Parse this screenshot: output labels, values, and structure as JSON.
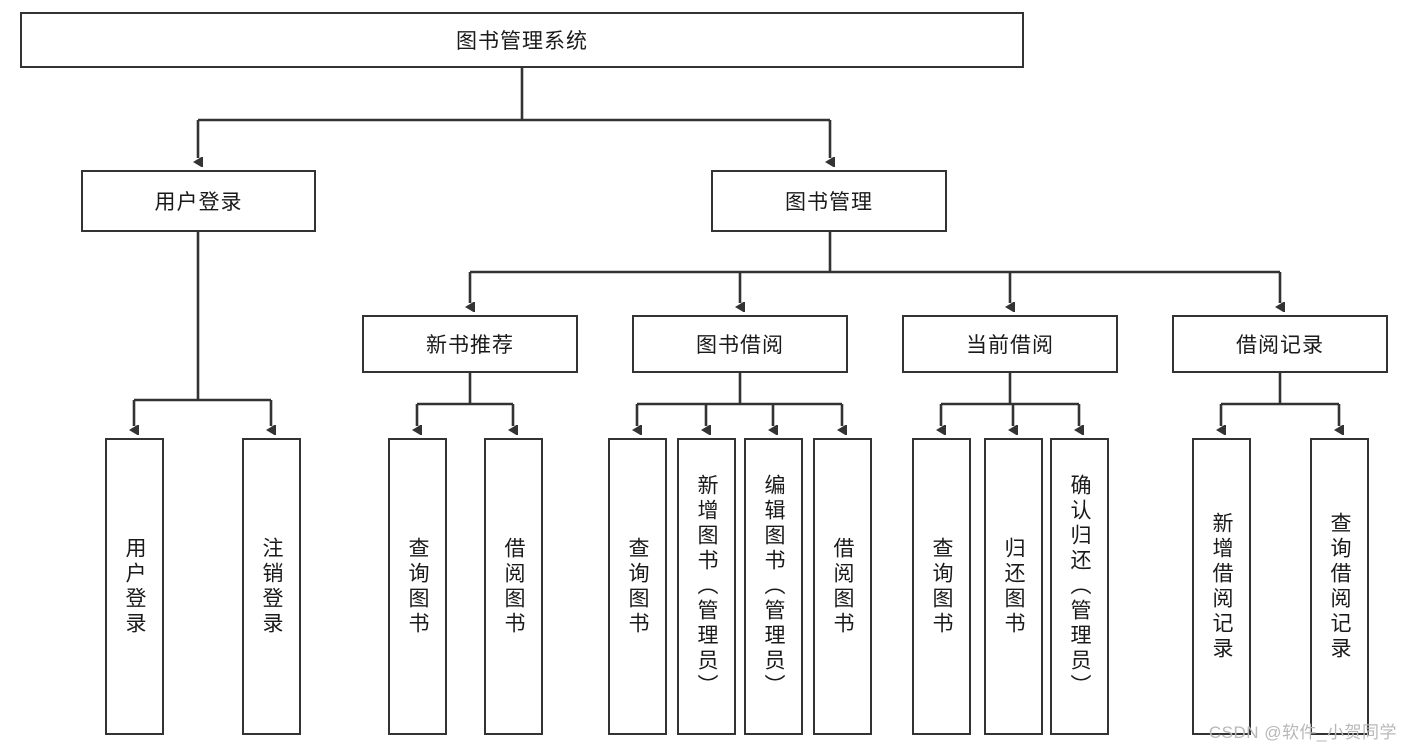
{
  "diagram": {
    "title": "图书管理系统",
    "watermark": "CSDN @软件_小贺同学",
    "colors": {
      "stroke": "#333333",
      "fill": "#ffffff",
      "text": "#1a1a1a",
      "watermark": "#b8b8b8"
    }
  },
  "nodes": {
    "root": {
      "label": "图书管理系统"
    },
    "level2": [
      {
        "label": "用户登录"
      },
      {
        "label": "图书管理"
      }
    ],
    "level3": [
      {
        "label": "新书推荐"
      },
      {
        "label": "图书借阅"
      },
      {
        "label": "当前借阅"
      },
      {
        "label": "借阅记录"
      }
    ],
    "leaves": {
      "user_login": [
        {
          "label": "用户登录"
        },
        {
          "label": "注销登录"
        }
      ],
      "new_book_recommend": [
        {
          "label": "查询图书"
        },
        {
          "label": "借阅图书"
        }
      ],
      "book_borrow": [
        {
          "label": "查询图书"
        },
        {
          "label": "新增图书（管理员）"
        },
        {
          "label": "编辑图书（管理员）"
        },
        {
          "label": "借阅图书"
        }
      ],
      "current_borrow": [
        {
          "label": "查询图书"
        },
        {
          "label": "归还图书"
        },
        {
          "label": "确认归还（管理员）"
        }
      ],
      "borrow_record": [
        {
          "label": "新增借阅记录"
        },
        {
          "label": "查询借阅记录"
        }
      ]
    }
  }
}
